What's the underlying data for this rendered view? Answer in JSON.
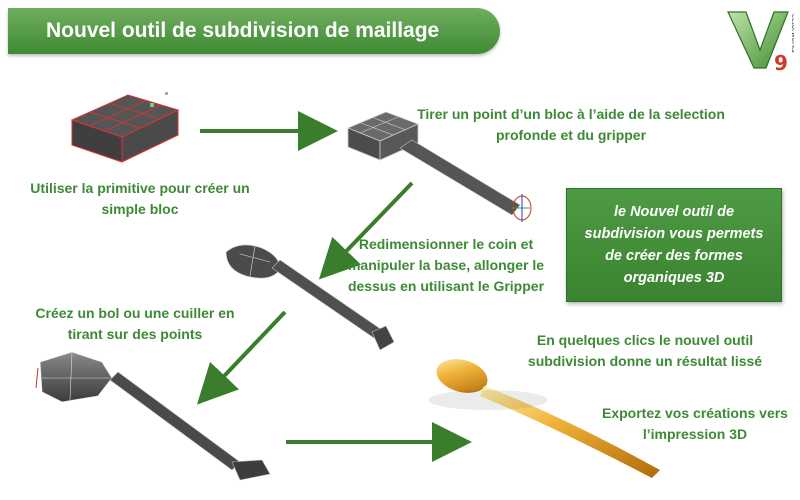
{
  "title": "Nouvel outil de subdivision de maillage",
  "logo": {
    "letter": "V",
    "number": "9",
    "vertical_text": "ectorworks"
  },
  "captions": {
    "step1": "Utiliser la primitive pour créer un simple bloc",
    "step2": "Tirer un point d’un bloc à l’aide de la selection profonde et du gripper",
    "step3": "Redimensionner le coin et manipuler la base, allonger le dessus en utilisant le Gripper",
    "step4": "Créez un bol ou une cuiller en tirant sur des points",
    "step5": "En quelques clics le nouvel outil subdivision donne un résultat lissé",
    "step6": "Exportez vos créations vers l’impression 3D"
  },
  "highlight": "le Nouvel outil de subdivision vous permets de créer des formes organiques 3D",
  "colors": {
    "brand_green": "#3d8a35",
    "banner_light": "#6fae5e",
    "arrow_green": "#3a7d2c",
    "gold": "#e8a21a",
    "mesh_dark": "#4a4a4a"
  }
}
